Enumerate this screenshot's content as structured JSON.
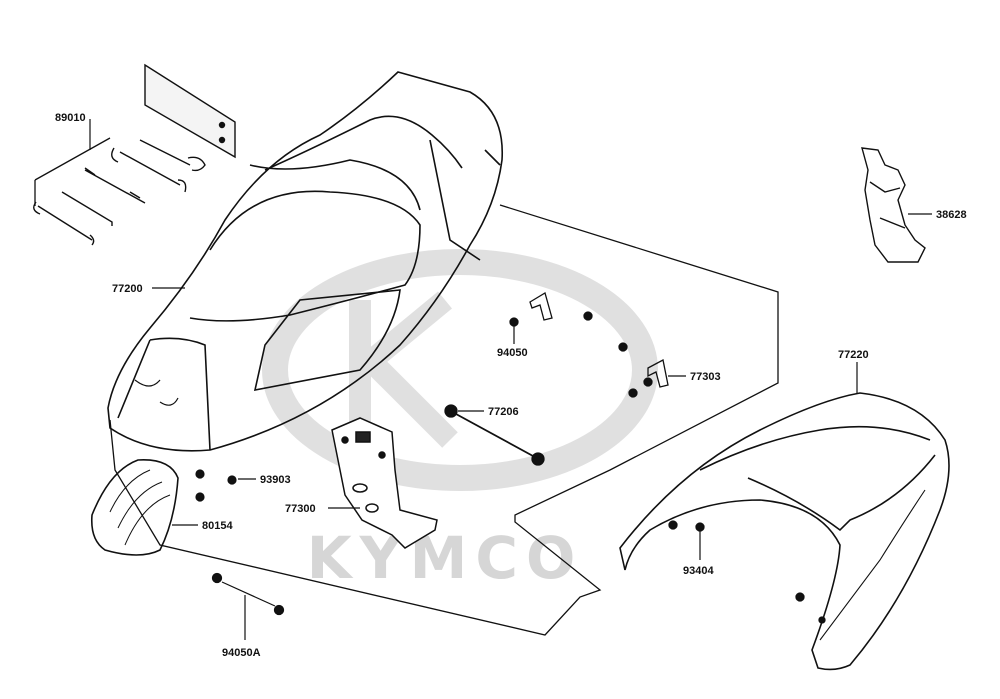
{
  "diagram": {
    "watermark": {
      "text": "KYMCO",
      "color": "#d6d6d6"
    },
    "line_color": "#111111",
    "parts": [
      {
        "id": "p89010",
        "number": "89010",
        "name": "tool-kit"
      },
      {
        "id": "p77200",
        "number": "77200",
        "name": "seat"
      },
      {
        "id": "p94050",
        "number": "94050",
        "name": "nut"
      },
      {
        "id": "p77303",
        "number": "77303",
        "name": "seat-hinge-bracket"
      },
      {
        "id": "p77206",
        "number": "77206",
        "name": "damper-rubber"
      },
      {
        "id": "p93903",
        "number": "93903",
        "name": "screw"
      },
      {
        "id": "p77300",
        "number": "77300",
        "name": "seat-lock-bracket"
      },
      {
        "id": "p80154",
        "number": "80154",
        "name": "backrest-pad"
      },
      {
        "id": "p94050A",
        "number": "94050A",
        "name": "nut"
      },
      {
        "id": "p38628",
        "number": "38628",
        "name": "wire-holder"
      },
      {
        "id": "p77220",
        "number": "77220",
        "name": "rear-grip"
      },
      {
        "id": "p93404",
        "number": "93404",
        "name": "bolt"
      }
    ]
  }
}
